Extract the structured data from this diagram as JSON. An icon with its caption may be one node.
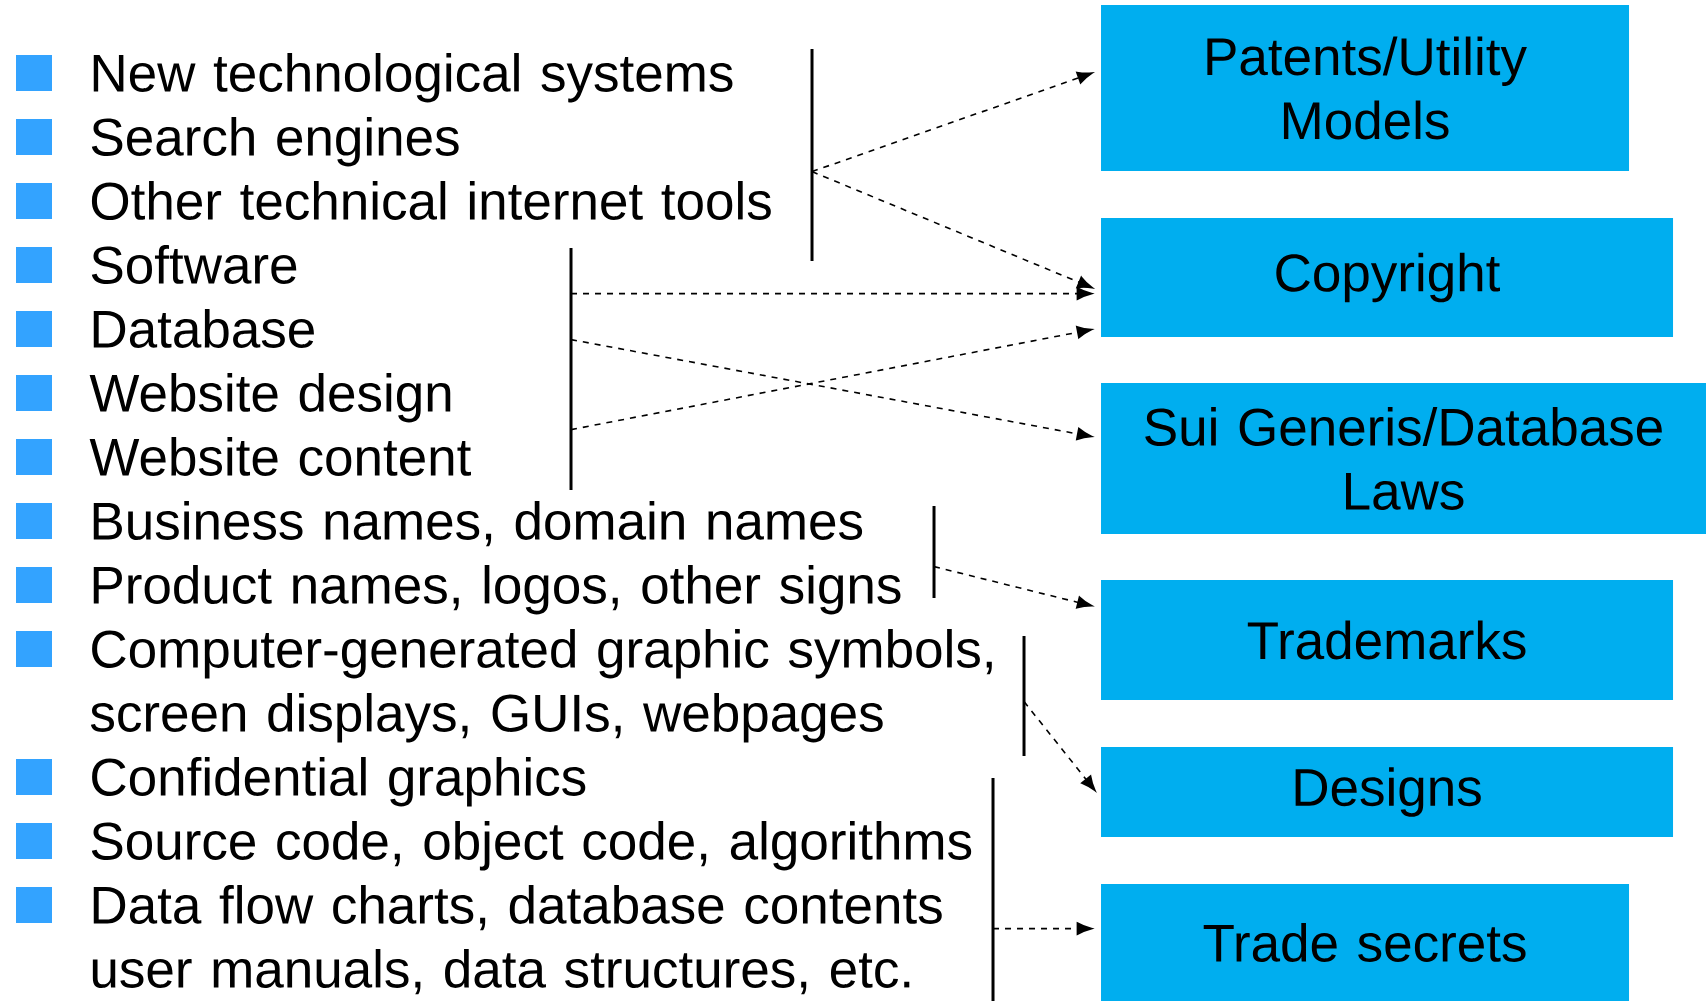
{
  "diagram": {
    "nodes": [
      {
        "text": [],
        "shape": "bar",
        "beside": [
          "New technological systems",
          "Search engines",
          "Other technical internet tools"
        ]
      },
      {
        "text": [],
        "shape": "bar",
        "beside": [
          "Software",
          "Database",
          "Website design",
          "Website content"
        ]
      },
      {
        "text": [],
        "shape": "bar",
        "beside": [
          "Business names, domain names",
          "Product names, logos, other signs"
        ]
      },
      {
        "text": [],
        "shape": "bar",
        "beside": [
          "Computer-generated graphic symbols, screen displays, GUIs, webpages"
        ]
      },
      {
        "text": [],
        "shape": "bar",
        "beside": [
          "Confidential graphics",
          "Source code, object code, algorithms",
          "Data flow charts, database contents user manuals, data structures, etc."
        ]
      },
      {
        "text": [
          "Patents/Utility Models"
        ]
      },
      {
        "text": [
          "Copyright"
        ]
      },
      {
        "text": [
          "Sui Generis/Database Laws"
        ]
      },
      {
        "text": [
          "Trademarks"
        ]
      },
      {
        "text": [
          "Designs"
        ]
      },
      {
        "text": [
          "Trade secrets"
        ]
      }
    ],
    "edges": [
      {
        "from": 0,
        "to": 5,
        "arrow": "to",
        "style": "dashed"
      },
      {
        "from": 0,
        "to": 6,
        "arrow": "to",
        "style": "dashed"
      },
      {
        "from": 1,
        "to": 6,
        "arrow": "to",
        "style": "dashed"
      },
      {
        "from": 1,
        "to": 7,
        "arrow": "to",
        "style": "dashed"
      },
      {
        "from": 1,
        "to": 6,
        "arrow": "to",
        "style": "dashed"
      },
      {
        "from": 2,
        "to": 8,
        "arrow": "to",
        "style": "dashed"
      },
      {
        "from": 3,
        "to": 9,
        "arrow": "to",
        "style": "dashed"
      },
      {
        "from": 4,
        "to": 10,
        "arrow": "to",
        "style": "dashed"
      }
    ]
  }
}
